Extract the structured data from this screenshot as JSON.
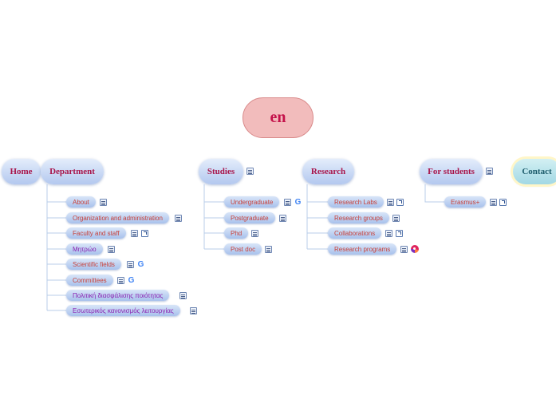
{
  "root": {
    "label": "en"
  },
  "branches": {
    "home": {
      "label": "Home"
    },
    "department": {
      "label": "Department",
      "items": [
        {
          "label": "About"
        },
        {
          "label": "Organization and administration"
        },
        {
          "label": "Faculty and staff"
        },
        {
          "label": "Μητρώο"
        },
        {
          "label": "Scientific fields"
        },
        {
          "label": "Committees"
        },
        {
          "label": "Πολιτική διασφάλισης ποιότητας"
        },
        {
          "label": "Εσωτερικός κανονισμός λειτουργίας"
        }
      ]
    },
    "studies": {
      "label": "Studies",
      "items": [
        {
          "label": "Undergraduate"
        },
        {
          "label": "Postgraduate"
        },
        {
          "label": "Phd"
        },
        {
          "label": "Post doc"
        }
      ]
    },
    "research": {
      "label": "Research",
      "items": [
        {
          "label": "Research Labs"
        },
        {
          "label": "Research groups"
        },
        {
          "label": "Collaborations"
        },
        {
          "label": "Research programs"
        }
      ]
    },
    "for_students": {
      "label": "For students",
      "items": [
        {
          "label": "Erasmus+"
        }
      ]
    },
    "contact": {
      "label": "Contact"
    }
  },
  "icons": {
    "note": "note-icon",
    "link": "link-icon",
    "google": "google-icon",
    "globe": "globe-icon",
    "google_glyph": "G"
  },
  "colors": {
    "topic_text": "#a8144a",
    "root_fill": "#f2bcbc",
    "subtopic_text": "#c8413a",
    "greek_text": "#8a1fb0"
  }
}
